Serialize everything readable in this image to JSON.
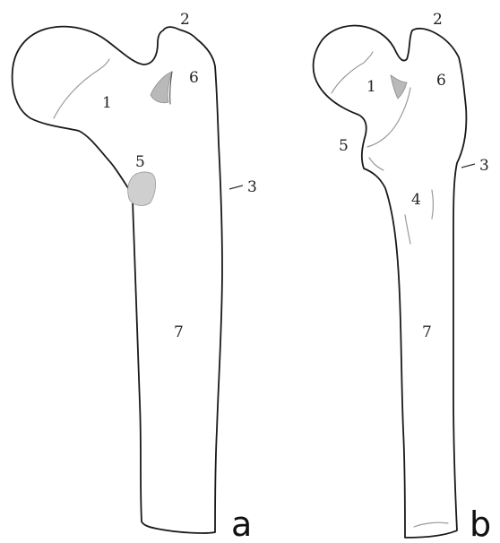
{
  "panels": [
    {
      "id": "a",
      "panel_label": "a",
      "labels": [
        "1",
        "2",
        "3",
        "5",
        "6",
        "7"
      ]
    },
    {
      "id": "b",
      "panel_label": "b",
      "labels": [
        "1",
        "2",
        "3",
        "4",
        "5",
        "6",
        "7"
      ]
    }
  ],
  "colors": {
    "outline": "#1a1a1a",
    "shading": "#b9b9b9",
    "background": "#ffffff"
  }
}
